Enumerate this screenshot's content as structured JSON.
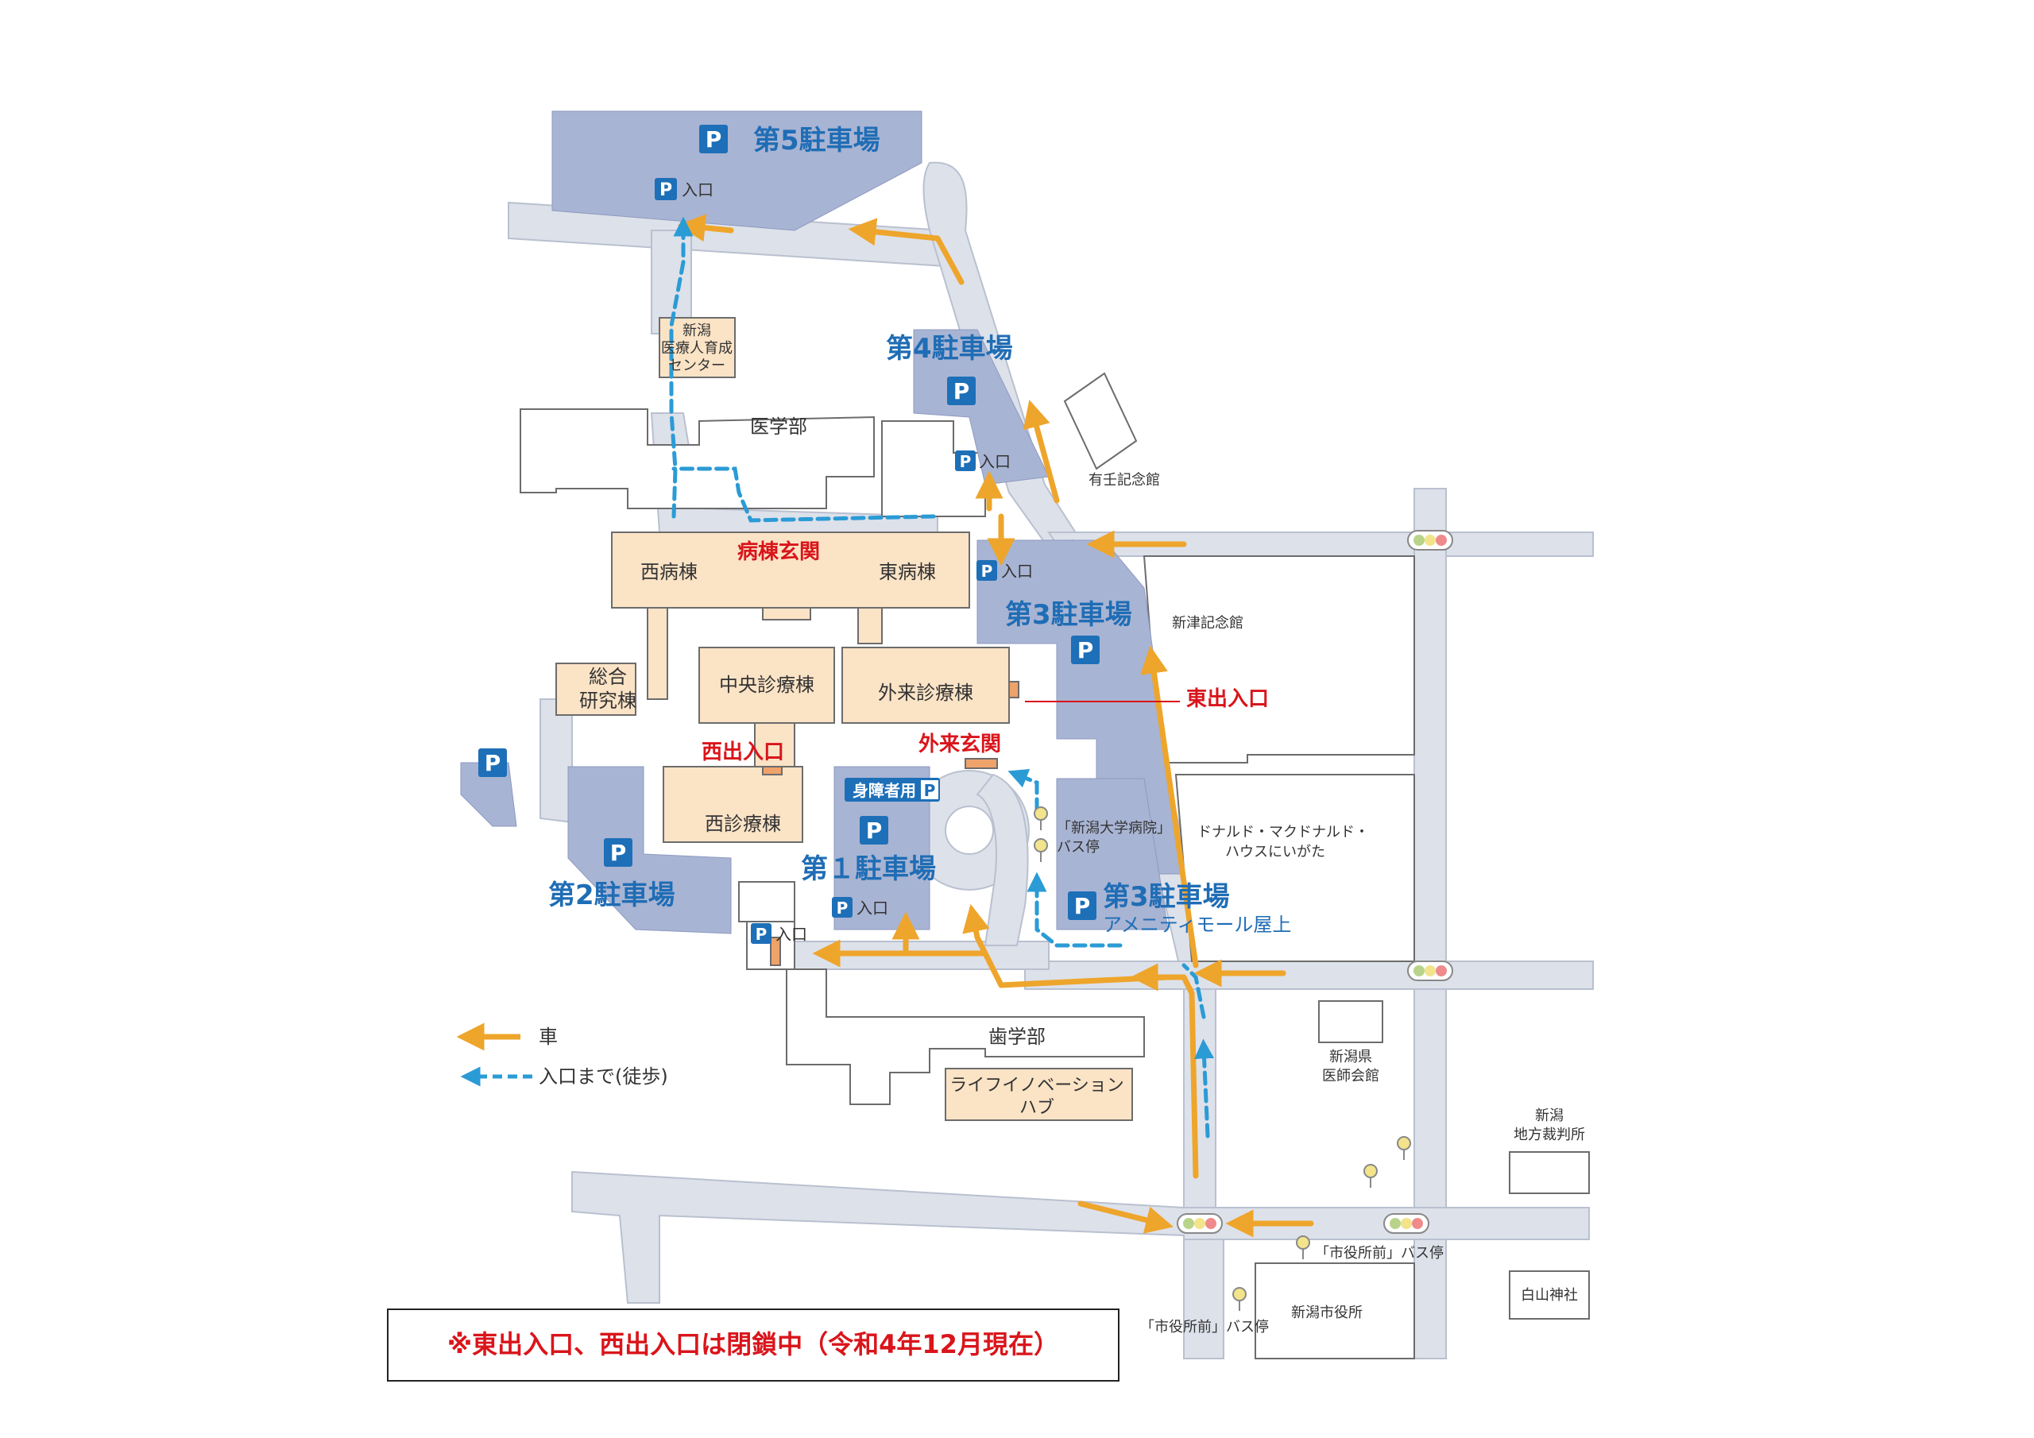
{
  "parking": {
    "p5": {
      "title": "第5駐車場",
      "entrance": "入口"
    },
    "p4": {
      "title": "第4駐車場",
      "entrance": "入口"
    },
    "p3": {
      "title": "第3駐車場",
      "entrance": "入口"
    },
    "p3b": {
      "title": "第3駐車場",
      "subtitle": "アメニティモール屋上"
    },
    "p1": {
      "title": "第１駐車場",
      "entrance": "入口",
      "accessible": "身障者用"
    },
    "p2": {
      "title": "第2駐車場",
      "entrance": "入口"
    },
    "badge": "P"
  },
  "buildings": {
    "medical_center": [
      "新潟",
      "医療人育成",
      "センター"
    ],
    "faculty_medicine": "医学部",
    "west_ward": "西病棟",
    "east_ward": "東病棟",
    "ward_entrance": "病棟玄関",
    "central_clinic": "中央診療棟",
    "outpatient": "外来診療棟",
    "outpatient_entrance": "外来玄関",
    "research": [
      "総合",
      "研究棟"
    ],
    "west_exit": "西出入口",
    "west_clinic": "西診療棟",
    "east_exit": "東出入口",
    "dentistry": "歯学部",
    "life_innovation": [
      "ライフイノベーション",
      "ハブ"
    ]
  },
  "landmarks": {
    "arimitsu": "有壬記念館",
    "niitsu": "新津記念館",
    "mcdonald": [
      "ドナルド・マクドナルド・",
      "ハウスにいがた"
    ],
    "bus_stop_hospital": [
      "「新潟大学病院」",
      "バス停"
    ],
    "medical_assoc": [
      "新潟県",
      "医師会館"
    ],
    "court": [
      "新潟",
      "地方裁判所"
    ],
    "bus_stop_city1": "「市役所前」バス停",
    "bus_stop_city2": "「市役所前」バス停",
    "city_hall": "新潟市役所",
    "hakusan": "白山神社"
  },
  "legend": {
    "car": "車",
    "walk": "入口まで(徒歩)"
  },
  "notice": "※東出入口、西出入口は閉鎖中（令和4年12月現在）",
  "colors": {
    "road": "#dde1ea",
    "parking": "#a8b4d3",
    "building_hospital": "#fbe3c6",
    "car_route": "#eea52b",
    "walk_route": "#2b9bd6",
    "title_blue": "#1f6db5",
    "alert_red": "#d9151b",
    "badge": "#1d6fb8"
  }
}
